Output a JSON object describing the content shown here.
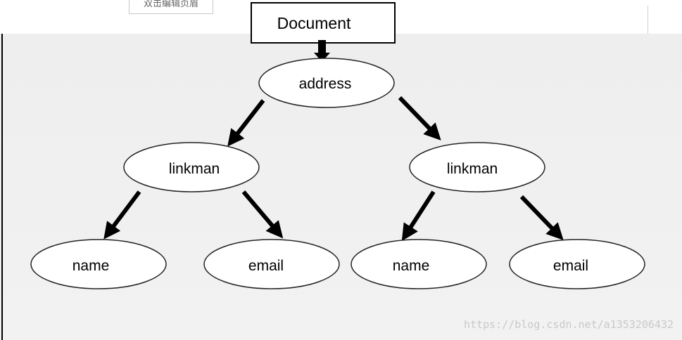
{
  "header": {
    "button_label": "双击编辑页眉"
  },
  "diagram": {
    "root_label": "Document",
    "nodes": [
      {
        "id": "address",
        "label": "address"
      },
      {
        "id": "linkman-left",
        "label": "linkman"
      },
      {
        "id": "linkman-right",
        "label": "linkman"
      },
      {
        "id": "name-left",
        "label": "name"
      },
      {
        "id": "email-left",
        "label": "email"
      },
      {
        "id": "name-right",
        "label": "name"
      },
      {
        "id": "email-right",
        "label": "email"
      }
    ],
    "edges": [
      {
        "from": "Document",
        "to": "address"
      },
      {
        "from": "address",
        "to": "linkman-left"
      },
      {
        "from": "address",
        "to": "linkman-right"
      },
      {
        "from": "linkman-left",
        "to": "name-left"
      },
      {
        "from": "linkman-left",
        "to": "email-left"
      },
      {
        "from": "linkman-right",
        "to": "name-right"
      },
      {
        "from": "linkman-right",
        "to": "email-right"
      }
    ]
  },
  "watermark": "https://blog.csdn.net/a1353206432",
  "colors": {
    "canvas": "#efefef",
    "stroke": "#000000",
    "node_fill": "#ffffff",
    "watermark": "#c9c9c9"
  }
}
